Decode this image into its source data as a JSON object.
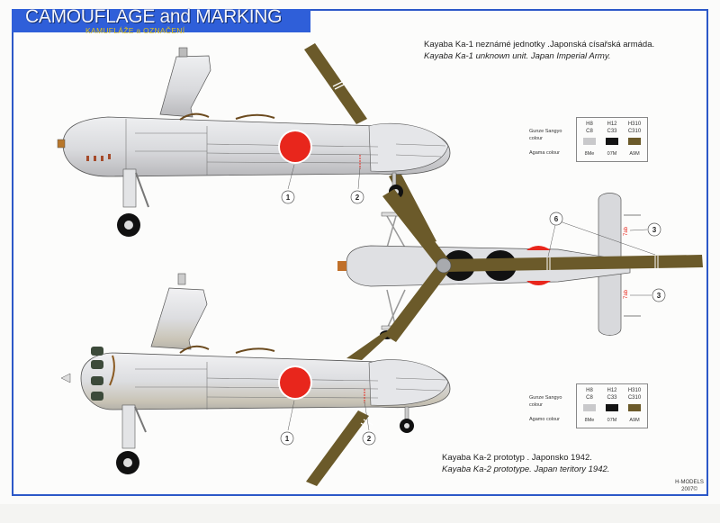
{
  "header": {
    "title": "CAMOUFLAGE and MARKING",
    "subtitle": "KAMUFLÁŽE a OZNAČENÍ"
  },
  "profiles": [
    {
      "caption_cz": "Kayaba Ka-1  neznámé jednotky .Japonská císařská armáda.",
      "caption_en": "Kayaba Ka-1 unknown unit.  Japan Imperial Army.",
      "callouts": [
        "1",
        "2"
      ]
    },
    {
      "caption_cz": "Kayaba Ka-2  prototyp . Japonsko 1942.",
      "caption_en": "Kayaba Ka-2 prototype.  Japan teritory 1942.",
      "callouts": [
        "1",
        "2"
      ]
    }
  ],
  "top_view": {
    "callouts": [
      "6",
      "3",
      "3"
    ],
    "tail_marking": "7ab"
  },
  "colour_legend": {
    "gunze_label_line1": "Gunze Sangyo",
    "gunze_label_line2": "colour",
    "agama_label_1": "Agama colour",
    "agama_label_2": "Agamo colour",
    "columns": [
      {
        "code_top": "H8",
        "code_bottom": "C8",
        "agama": "8Me",
        "color": "#c9c9cb"
      },
      {
        "code_top": "H12",
        "code_bottom": "C33",
        "agama": "07M",
        "color": "#141414"
      },
      {
        "code_top": "H310",
        "code_bottom": "C310",
        "agama": "A9M",
        "color": "#6b5a2a"
      }
    ]
  },
  "footer": {
    "maker_line1": "H-MODELS",
    "maker_line2": "2007©"
  },
  "colors": {
    "frame_blue": "#2c58c8",
    "title_bg": "#2f5fd9",
    "subtitle_yellow": "#e2c31a",
    "hinomaru_red": "#e8261c",
    "fuselage_grey": "#dcdde0",
    "rotor_brown": "#6b5a2a"
  }
}
